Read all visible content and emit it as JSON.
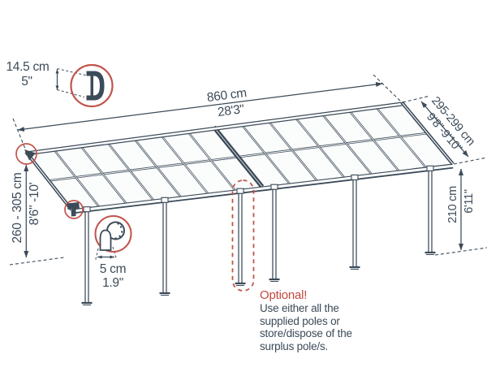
{
  "dims": {
    "profile": {
      "metric": "14.5 cm",
      "imperial": "5\""
    },
    "width": {
      "metric": "860 cm",
      "imperial": "28'3\""
    },
    "depth": {
      "metric": "295-299 cm",
      "imperial": "9'8\"-9'10\""
    },
    "back_height": {
      "metric": "260 - 305 cm",
      "imperial": "8'6\" -10'"
    },
    "front_height": {
      "metric": "210 cm",
      "imperial": "6'11\""
    },
    "pole_diameter": {
      "metric": "5 cm",
      "imperial": "1.9\""
    }
  },
  "note": {
    "title": "Optional!",
    "lines": [
      "Use either all the",
      "supplied poles or",
      "store/dispose of the",
      "surplus pole/s."
    ]
  },
  "colors": {
    "line": "#3c4b59",
    "accent": "#c3544b"
  }
}
